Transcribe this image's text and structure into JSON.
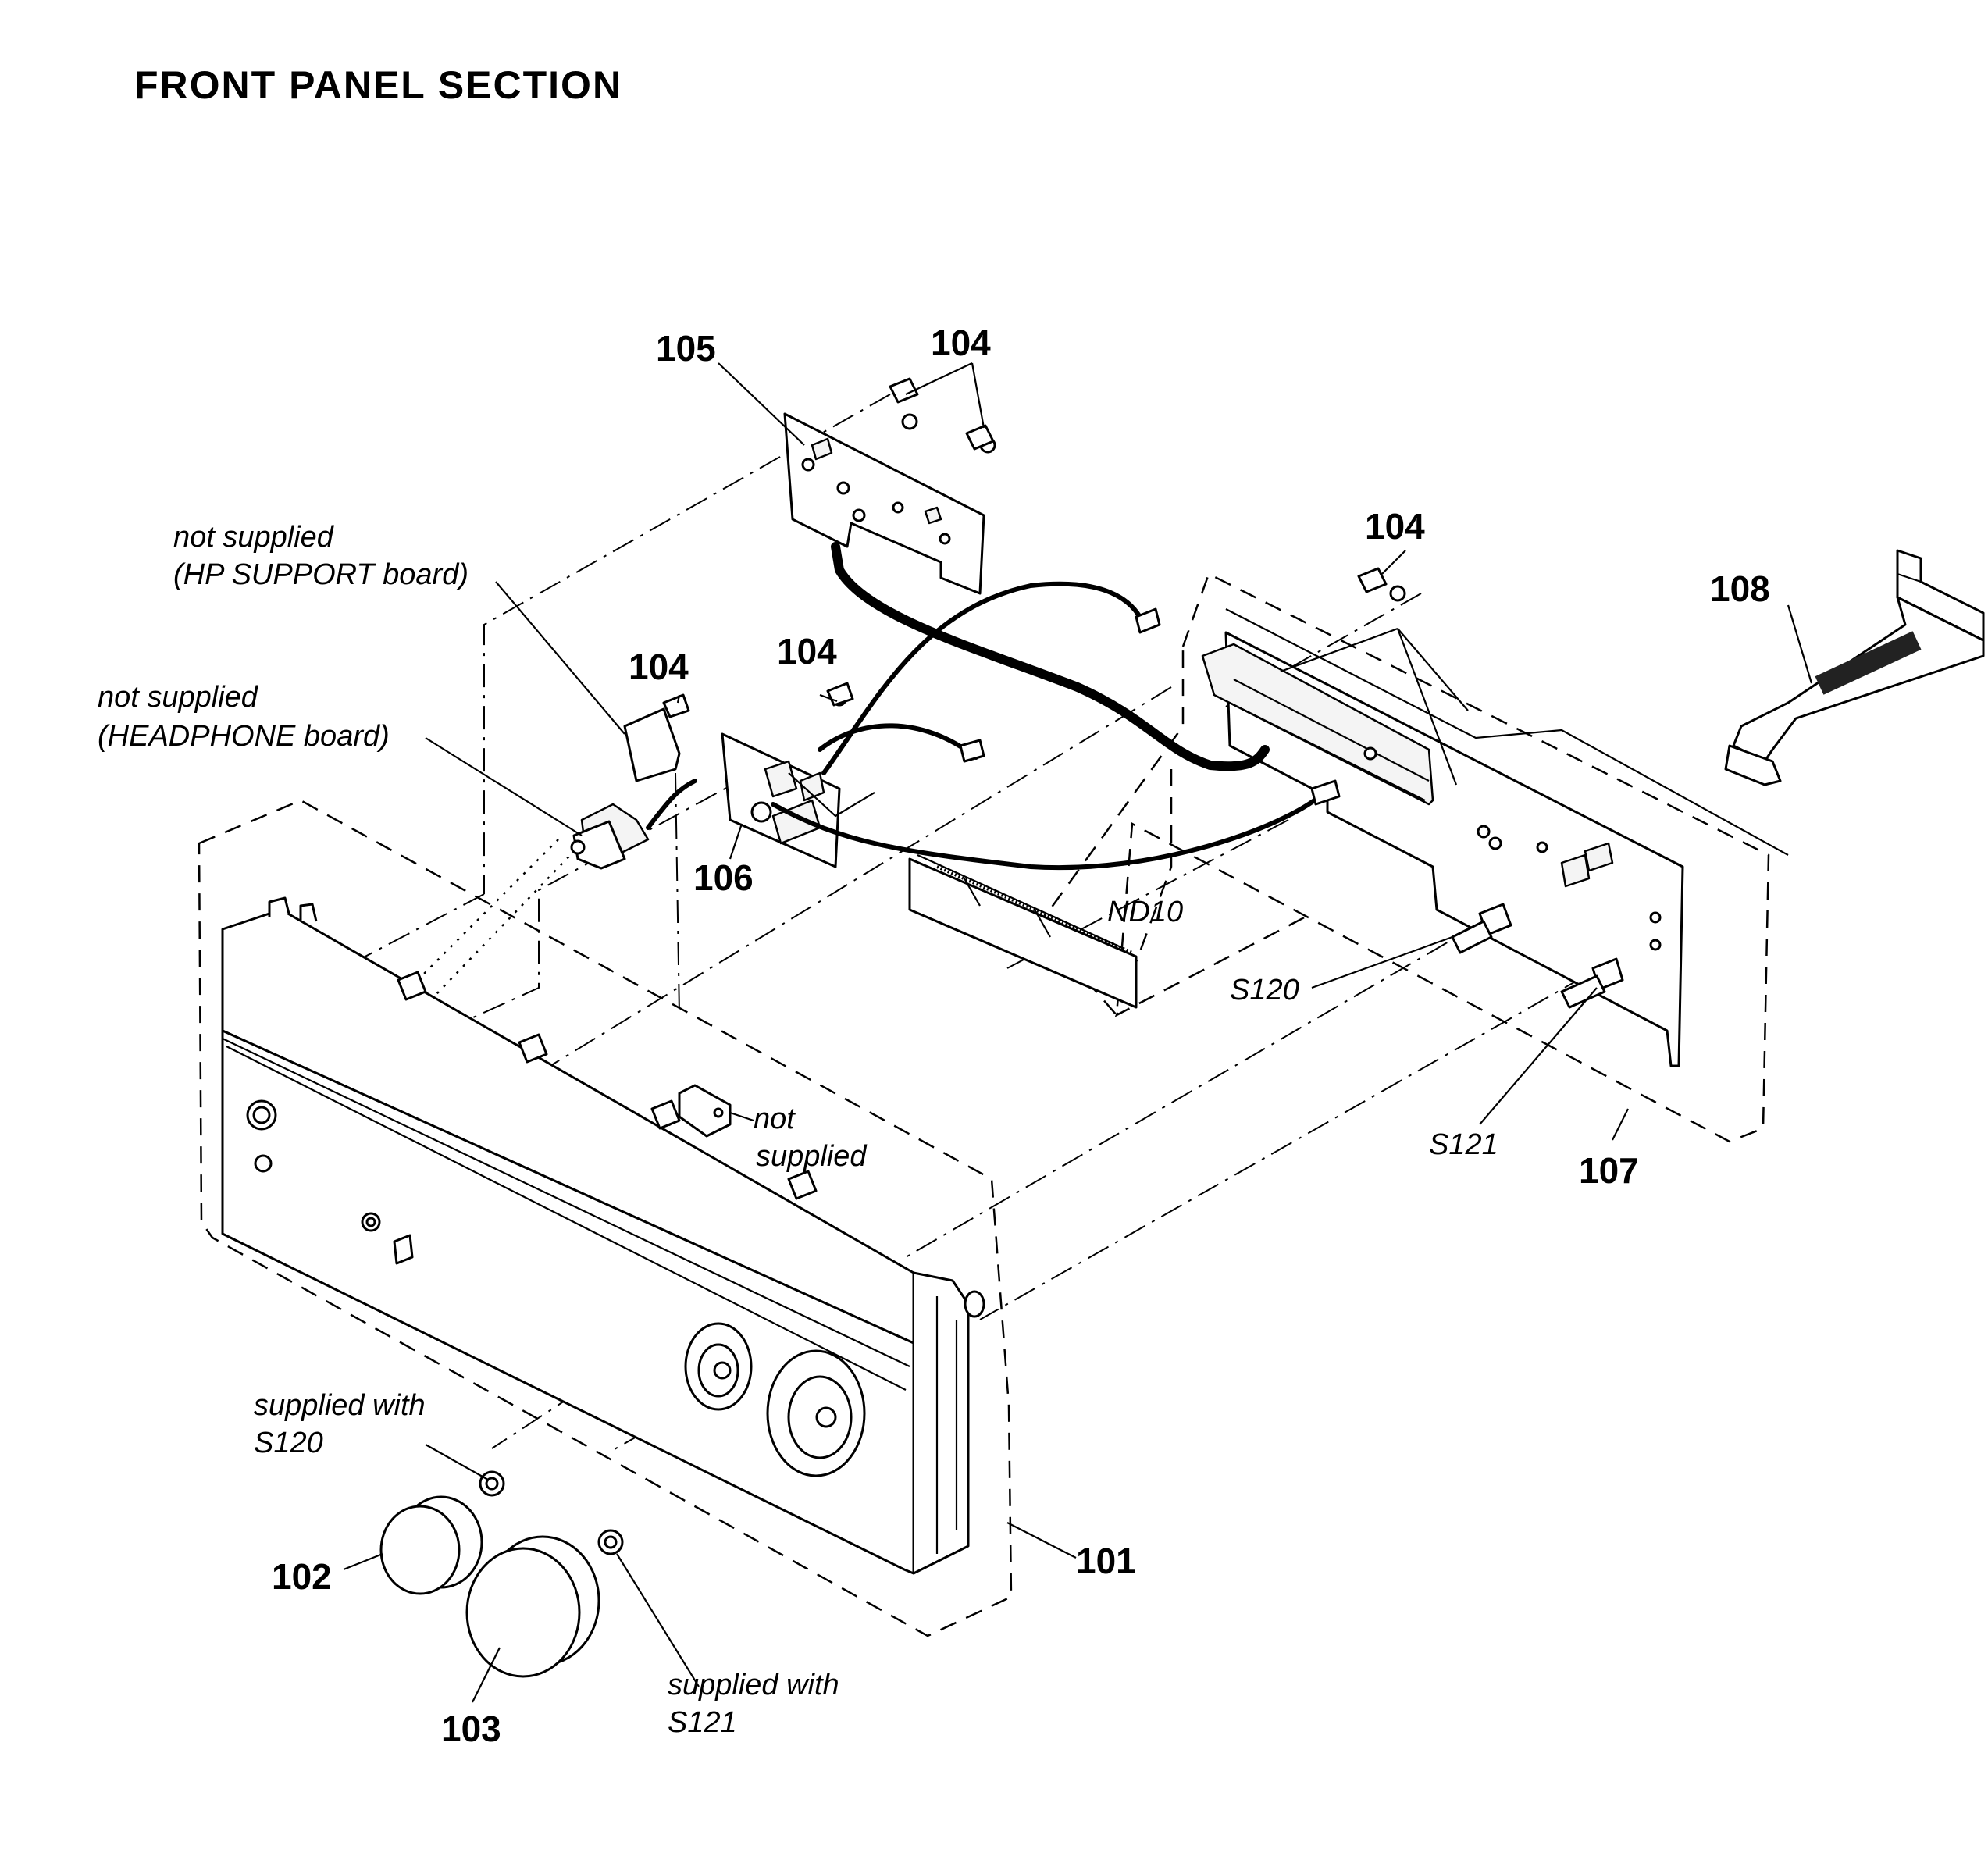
{
  "title": "FRONT PANEL SECTION",
  "part_labels": {
    "p101": "101",
    "p102": "102",
    "p103": "103",
    "p104_top": "104",
    "p104_right": "104",
    "p104_hp": "104",
    "p104_106": "104",
    "p105": "105",
    "p106": "106",
    "p107": "107",
    "p108": "108"
  },
  "notes": {
    "hp_support_line1": "not supplied",
    "hp_support_line2": "(HP SUPPORT board)",
    "headphone_line1": "not supplied",
    "headphone_line2": "(HEADPHONE board)",
    "bracket_line1": "not",
    "bracket_line2": "supplied",
    "nd": "ND10",
    "s120": "S120",
    "s121": "S121",
    "sw120_line1": "supplied with",
    "sw120_line2": "S120",
    "sw121_line1": "supplied with",
    "sw121_line2": "S121"
  }
}
